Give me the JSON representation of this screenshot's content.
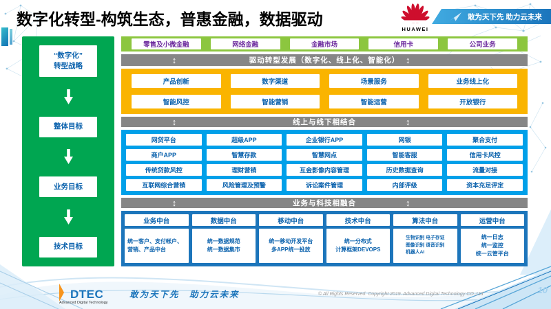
{
  "header": {
    "title": "数字化转型-构筑生态，普惠金融，数据驱动",
    "huawei_wordmark": "HUAWEI",
    "banner_slogan": "敢为天下先 助力云未来"
  },
  "icons": {
    "updown_arrow": "↕"
  },
  "sidebar": {
    "strategy_line1": "“数字化”",
    "strategy_line2": "转型战略",
    "items": [
      "整体目标",
      "业务目标",
      "技术目标"
    ]
  },
  "business_lines": [
    "零售及小微金融",
    "网络金融",
    "金融市场",
    "信用卡",
    "公司业务"
  ],
  "bars": {
    "drive": "驱动转型发展（数字化、线上化、智能化）",
    "online_offline": "线上与线下相结合",
    "biz_tech": "业务与科技相融合"
  },
  "capabilities": {
    "rows": [
      [
        "产品创新",
        "数字渠道",
        "场景服务",
        "业务线上化"
      ],
      [
        "智能风控",
        "智能营销",
        "智能运营",
        "开放银行"
      ]
    ]
  },
  "applications": {
    "rows": [
      [
        "网贷平台",
        "超级APP",
        "企业银行APP",
        "网银",
        "聚合支付"
      ],
      [
        "商户APP",
        "智慧存款",
        "智慧网点",
        "智能客服",
        "信用卡风控"
      ],
      [
        "传统贷款风控",
        "理财营销",
        "互金影像内容管理",
        "历史数据查询",
        "流量对接"
      ],
      [
        "互联网综合营销",
        "风险管理及预警",
        "诉讼案件管理",
        "内部评级",
        "资本充足评定"
      ]
    ]
  },
  "platforms": [
    {
      "title": "业务中台",
      "body": "统一客户、支付帐户、营销、产品中台"
    },
    {
      "title": "数据中台",
      "body": "统一数据规范\n统一数据集市"
    },
    {
      "title": "移动中台",
      "body": "统一移动开发平台\n多APP统一投放"
    },
    {
      "title": "技术中台",
      "body": "统一分布式\n计算框架DEVOPS"
    },
    {
      "title": "算法中台",
      "body": "生物识别 电子存证\n图像识别 语音识别\n机器人AI"
    },
    {
      "title": "运营中台",
      "body": "统一日志\n统一监控\n统一云管平台"
    }
  ],
  "footer": {
    "logo_word": "DTEC",
    "logo_tagline": "Advanced Digital Technology",
    "slogan": "敢为天下先　助力云未来",
    "copyright": "© All Rights Reserved. Copyright 2019. Advanced Digital Technology CO.,Ltd",
    "page_number": "10"
  },
  "colors": {
    "sidebar_green": "#00A651",
    "band_green": "#8CC63F",
    "purple_text": "#7030A0",
    "gray_bar": "#868686",
    "yellow": "#FAB400",
    "blue_bright": "#00A0E9",
    "blue_dark": "#1C75BB",
    "huawei_red": "#CE0E2D",
    "box_text_blue": "#0B62AD"
  }
}
